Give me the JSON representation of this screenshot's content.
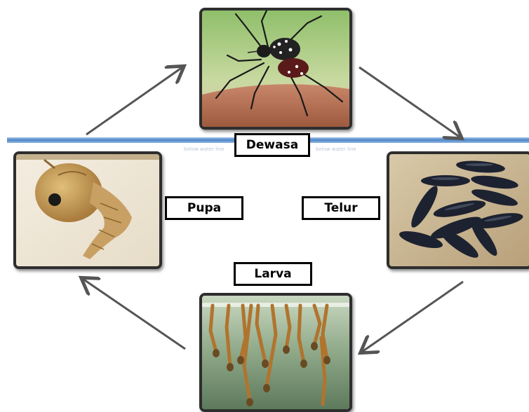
{
  "stages": {
    "adult": {
      "label": "Dewasa"
    },
    "egg": {
      "label": "Telur"
    },
    "larva": {
      "label": "Larva"
    },
    "pupa": {
      "label": "Pupa"
    }
  },
  "water_line": {
    "caption": "below water line"
  },
  "colors": {
    "arrow": "#555555",
    "water_line": "#4f86c9",
    "frame": "#2e2e2e"
  }
}
